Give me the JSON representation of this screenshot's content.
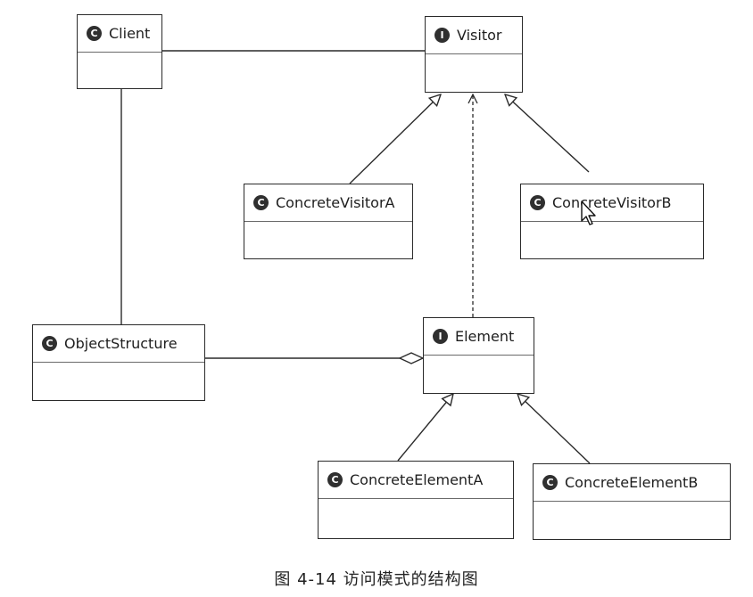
{
  "classes": {
    "client": {
      "name": "Client",
      "stereotype_badge": "C"
    },
    "visitor": {
      "name": "Visitor",
      "stereotype_badge": "I"
    },
    "concrete_visitor_a": {
      "name": "ConcreteVisitorA",
      "stereotype_badge": "C"
    },
    "concrete_visitor_b": {
      "name": "ConcreteVisitorB",
      "stereotype_badge": "C"
    },
    "object_structure": {
      "name": "ObjectStructure",
      "stereotype_badge": "C"
    },
    "element": {
      "name": "Element",
      "stereotype_badge": "I"
    },
    "concrete_element_a": {
      "name": "ConcreteElementA",
      "stereotype_badge": "C"
    },
    "concrete_element_b": {
      "name": "ConcreteElementB",
      "stereotype_badge": "C"
    }
  },
  "relations": [
    {
      "from": "Client",
      "to": "Visitor",
      "type": "association"
    },
    {
      "from": "Client",
      "to": "ObjectStructure",
      "type": "association"
    },
    {
      "from": "ConcreteVisitorA",
      "to": "Visitor",
      "type": "generalization"
    },
    {
      "from": "ConcreteVisitorB",
      "to": "Visitor",
      "type": "generalization"
    },
    {
      "from": "Element",
      "to": "Visitor",
      "type": "dependency"
    },
    {
      "from": "ObjectStructure",
      "to": "Element",
      "type": "aggregation"
    },
    {
      "from": "ConcreteElementA",
      "to": "Element",
      "type": "generalization"
    },
    {
      "from": "ConcreteElementB",
      "to": "Element",
      "type": "generalization"
    }
  ],
  "caption": "图 4-14   访问模式的结构图",
  "colors": {
    "line": "#2a2a2a",
    "badge": "#2f2f2f",
    "background": "#ffffff"
  }
}
